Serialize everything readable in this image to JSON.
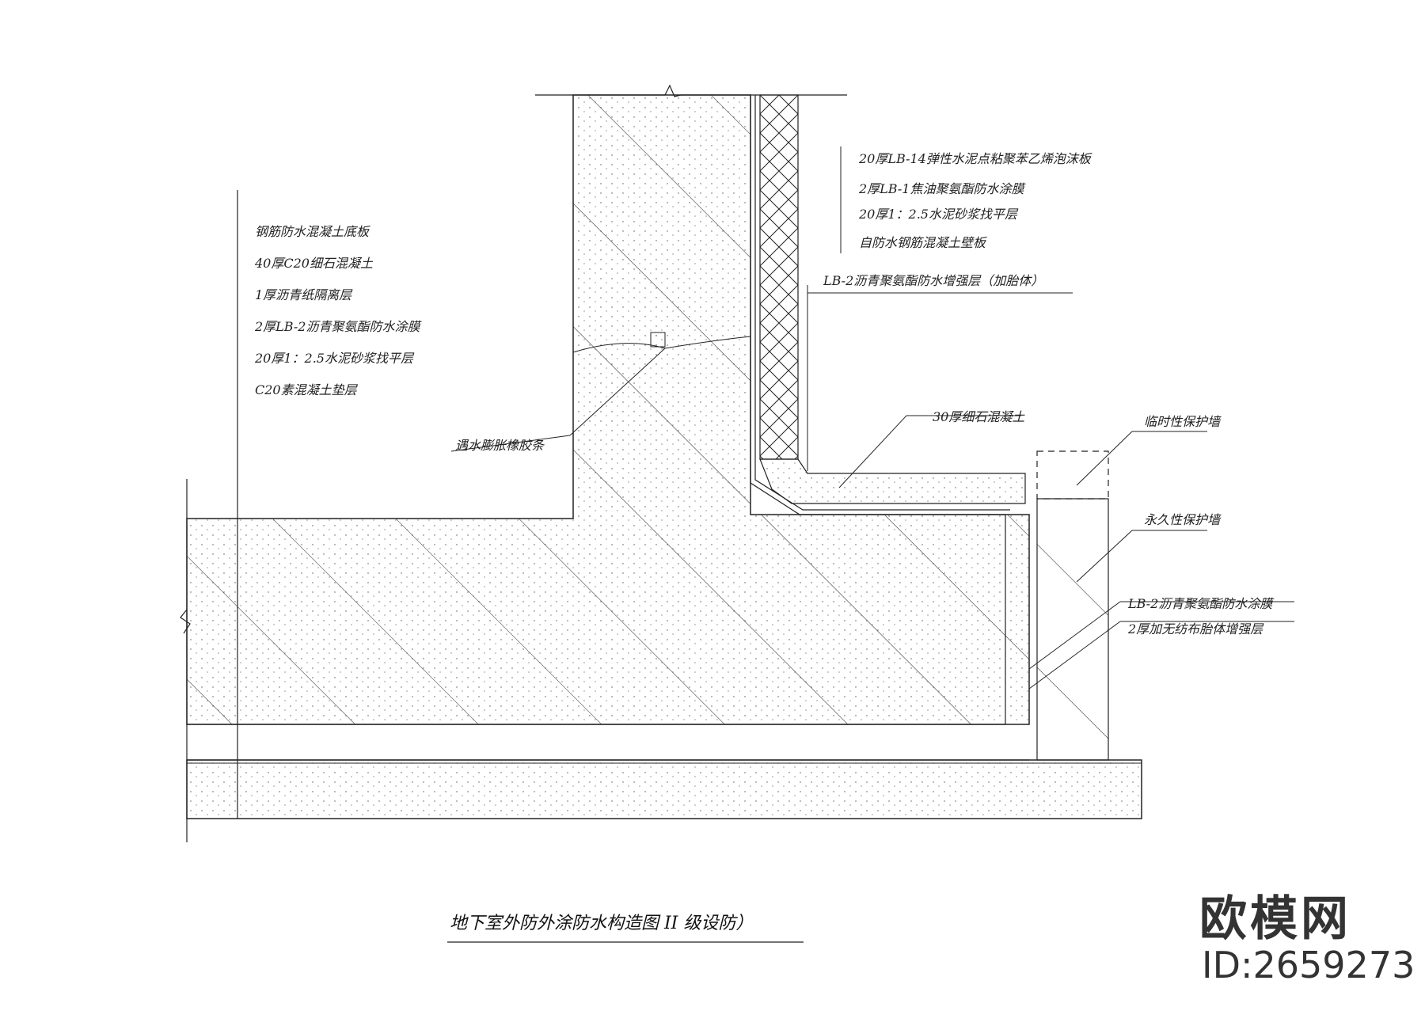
{
  "drawing": {
    "labels_left": [
      "钢筋防水混凝土底板",
      "40厚C20细石混凝土",
      "1厚沥青纸隔离层",
      "2厚LB-2沥青聚氨酯防水涂膜",
      "20厚1：2.5水泥砂浆找平层",
      "C20素混凝土垫层"
    ],
    "labels_right": [
      "20厚LB-14弹性水泥点粘聚苯乙烯泡沫板",
      "2厚LB-1焦油聚氨酯防水涂膜",
      "20厚1：2.5水泥砂浆找平层",
      "自防水钢筋混凝土壁板"
    ],
    "label_reinforce": "LB-2沥青聚氨酯防水增强层（加胎体）",
    "label_fine_concrete": "30厚细石混凝土",
    "label_temp_wall": "临时性保护墙",
    "label_perm_wall": "永久性保护墙",
    "label_coating": "LB-2沥青聚氨酯防水涂膜",
    "label_nonwoven": "2厚加无纺布胎体增强层",
    "label_rubber": "遇水膨胀橡胶条",
    "title": "地下室外防外涂防水构造图 II 级设防）",
    "brand": "欧模网",
    "id_text": "ID:2659273"
  }
}
